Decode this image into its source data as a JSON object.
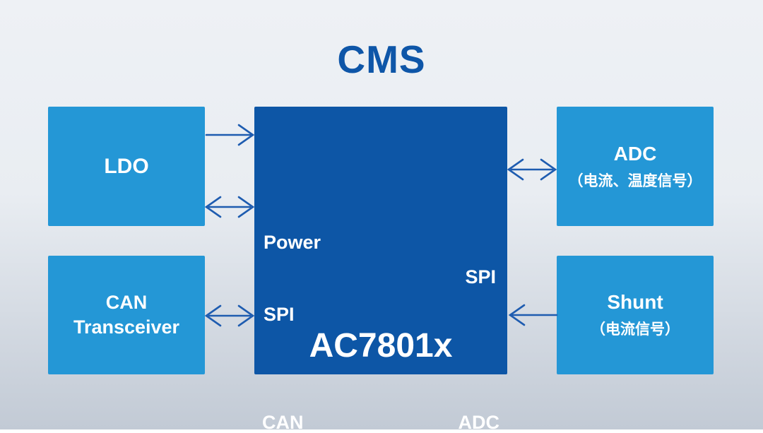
{
  "title": "CMS",
  "colors": {
    "background_top": "#eef1f5",
    "background_bottom": "#c2cad5",
    "block_light": "#2497d6",
    "block_dark": "#0d56a6",
    "arrow": "#1e5cb0",
    "title_text": "#0e56a8",
    "block_text": "#ffffff"
  },
  "blocks": {
    "ldo": {
      "label": "LDO"
    },
    "can_transceiver": {
      "label_line1": "CAN",
      "label_line2": "Transceiver"
    },
    "mcu": {
      "label": "AC7801x",
      "ports": {
        "power": "Power",
        "spi_left": "SPI",
        "spi_right": "SPI",
        "can": "CAN",
        "adc": "ADC"
      }
    },
    "adc": {
      "label": "ADC",
      "sublabel": "（电流、温度信号）"
    },
    "shunt": {
      "label": "Shunt",
      "sublabel": "（电流信号）"
    }
  },
  "connections": [
    {
      "from": "LDO",
      "to": "AC7801x",
      "port": "Power",
      "direction": "right"
    },
    {
      "from": "LDO",
      "to": "AC7801x",
      "port": "SPI",
      "direction": "both"
    },
    {
      "from": "CAN Transceiver",
      "to": "AC7801x",
      "port": "CAN",
      "direction": "both"
    },
    {
      "from": "AC7801x",
      "to": "ADC",
      "port": "SPI",
      "direction": "both"
    },
    {
      "from": "Shunt",
      "to": "AC7801x",
      "port": "ADC",
      "direction": "left"
    }
  ]
}
